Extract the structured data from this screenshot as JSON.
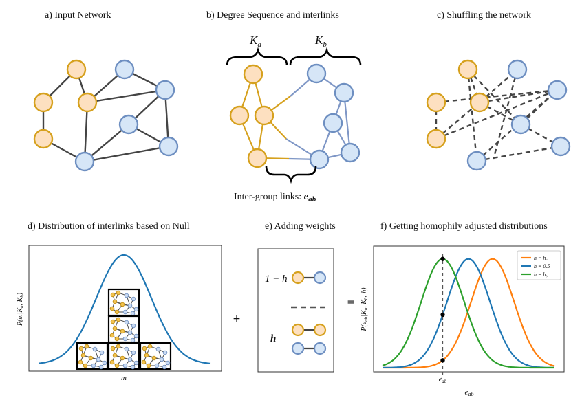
{
  "colors": {
    "orange_fill": "#fde0c0",
    "orange_stroke": "#d6a11e",
    "blue_fill": "#d6e6f7",
    "blue_stroke": "#6e8fc1",
    "edge_dark": "#444444",
    "edge_orange": "#d6a11e",
    "edge_blue": "#7f97c6",
    "curve_blue": "#1f77b4",
    "curve_orange": "#ff7f0e",
    "curve_green": "#2ca02c"
  },
  "panel_a": {
    "title": "a) Input Network"
  },
  "panel_b": {
    "title": "b) Degree Sequence and interlinks",
    "group_a_label": "K",
    "group_a_sub": "a",
    "group_b_label": "K",
    "group_b_sub": "b",
    "bottom_label": "Inter-group links:",
    "bottom_math": "e",
    "bottom_math_sub": "ab"
  },
  "panel_c": {
    "title": "c) Shuffling the network"
  },
  "panel_d": {
    "title": "d) Distribution of interlinks based on Null",
    "ylabel": "P(m|K_a, K_b)",
    "xlabel": "m"
  },
  "panel_e": {
    "title": "e) Adding weights",
    "label_top": "1 − h",
    "label_bottom": "h"
  },
  "operators": {
    "plus": "+",
    "equals": "="
  },
  "panel_f": {
    "title": "f) Getting homophily adjusted distributions",
    "ylabel": "P(e_ab|K_a, K_b; h)",
    "xlabel": "e_ab",
    "xtick": "ê_ab"
  },
  "chart_data": {
    "type": "line",
    "title": "f) Getting homophily adjusted distributions",
    "xlabel": "e_ab",
    "ylabel": "P(e_ab|K_a, K_b; h)",
    "legend_position": "top-right",
    "grid": false,
    "xlim": [
      0,
      1
    ],
    "ylim": [
      0,
      1.08
    ],
    "x_marker": 0.35,
    "series": [
      {
        "name": "h = h<",
        "color": "#ff7f0e",
        "mean": 0.64,
        "sd": 0.125
      },
      {
        "name": "h = 0.5",
        "color": "#1f77b4",
        "mean": 0.5,
        "sd": 0.125
      },
      {
        "name": "h = h>",
        "color": "#2ca02c",
        "mean": 0.35,
        "sd": 0.125
      }
    ]
  }
}
